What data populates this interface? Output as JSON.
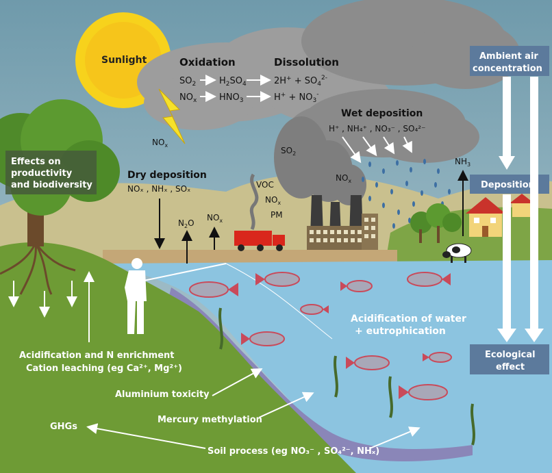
{
  "sky": {
    "sunlight": "Sunlight",
    "oxidation": "Oxidation",
    "dissolution": "Dissolution",
    "so2": "SO",
    "so2_sub": "2",
    "h2so4_a": "H",
    "h2so4_sub": "2",
    "h2so4_b": "SO",
    "h2so4_sub2": "4",
    "diss1_a": "2H",
    "diss1_sup": "+",
    "diss1_b": " + SO",
    "diss1_sub": "4",
    "diss1_sup2": "2-",
    "nox": "NO",
    "nox_sub": "x",
    "hno3_a": "HNO",
    "hno3_sub": "3",
    "diss2_a": "H",
    "diss2_sup": "+",
    "diss2_b": " + NO",
    "diss2_sub": "3",
    "diss2_sup2": "-",
    "lightning_nox": "NO",
    "lightning_nox_sub": "x",
    "wet_deposition": "Wet deposition",
    "wet_ions": "H⁺ , NH₄⁺ , NO₃⁻ , SO₄²⁻",
    "stack_so2": "SO",
    "stack_so2_sub": "2",
    "stack_nox": "NO",
    "stack_nox_sub": "x",
    "nh3": "NH",
    "nh3_sub": "3"
  },
  "side": {
    "ambient": [
      "Ambient air",
      "concentration"
    ],
    "deposition": "Deposition",
    "ecological": [
      "Ecological",
      "effect"
    ]
  },
  "land": {
    "effects": [
      "Effects on",
      "productivity",
      "and biodiversity"
    ],
    "dry_deposition": "Dry deposition",
    "dry_species": "NOₓ , NHₓ , SOₓ",
    "n2o": "N",
    "n2o_sub": "2",
    "n2o_b": "O",
    "nox2": "NO",
    "nox2_sub": "x",
    "voc": "VOC",
    "truck_nox": "NO",
    "truck_nox_sub": "x",
    "pm": "PM"
  },
  "water": {
    "acidification": [
      "Acidification of water",
      "+ eutrophication"
    ]
  },
  "bottom": {
    "acid_n": "Acidification and N enrichment",
    "cation": "Cation leaching (eg Ca²⁺, Mg²⁺)",
    "aluminium": "Aluminium toxicity",
    "mercury": "Mercury methylation",
    "ghgs": "GHGs",
    "soil": "Soil process (eg NO₃⁻ , SO₄²⁻, NHₓ)"
  },
  "colors": {
    "sky": "#7fa6b5",
    "land": "#6f9a3a",
    "water": "#8ec3de",
    "cloud": "#a9a9a9",
    "label_box": "#5c7a9c",
    "sun": "#f6c51b"
  }
}
